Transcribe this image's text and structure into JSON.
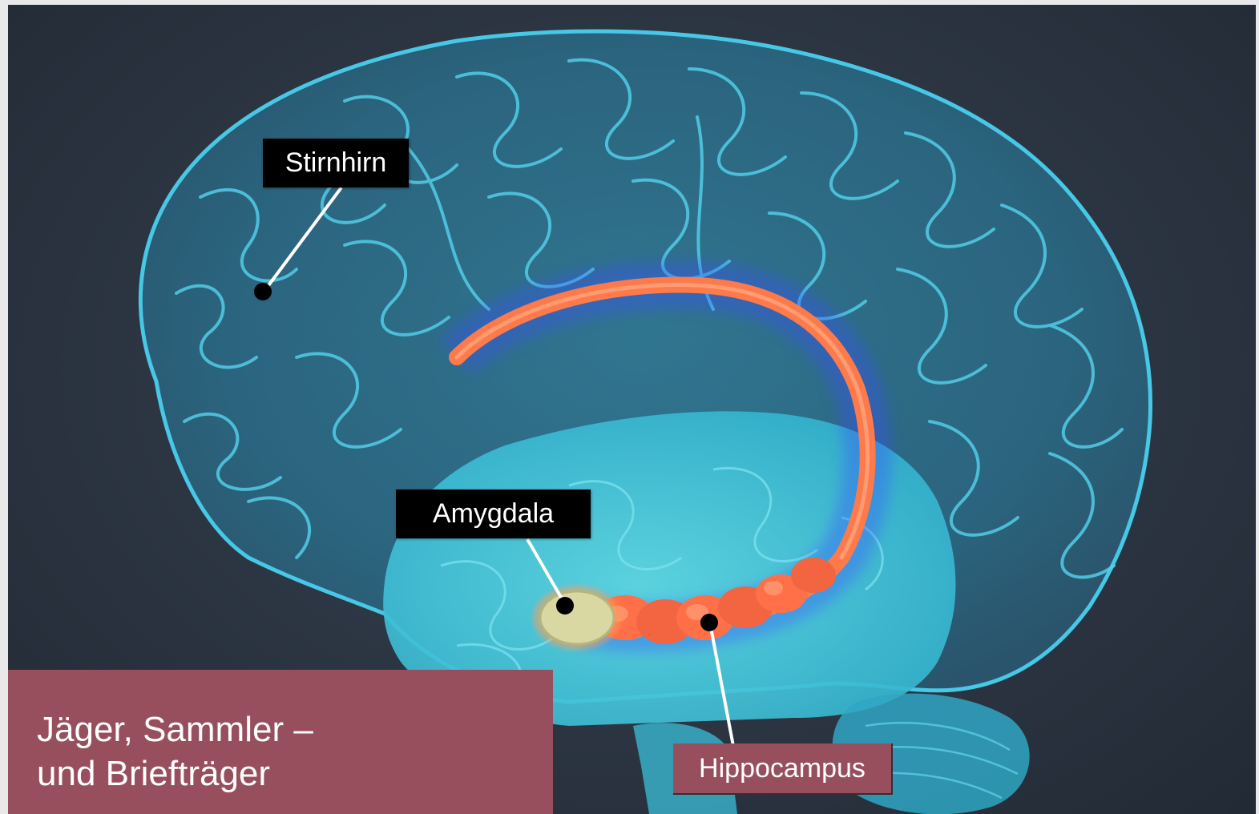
{
  "labels": {
    "frontal": "Stirnhirn",
    "amygdala": "Amygdala",
    "hippocampus": "Hippocampus"
  },
  "title": {
    "line1": "Jäger, Sammler –",
    "line2": "und Briefträger"
  },
  "colors": {
    "background": "#2c3542",
    "cortex": "#3fb8d8",
    "temporal": "#4fd0df",
    "fornix": "#ff7a4a",
    "amygdala": "#d8d7a0",
    "title_box": "#974f5e",
    "label_box": "#000000"
  }
}
